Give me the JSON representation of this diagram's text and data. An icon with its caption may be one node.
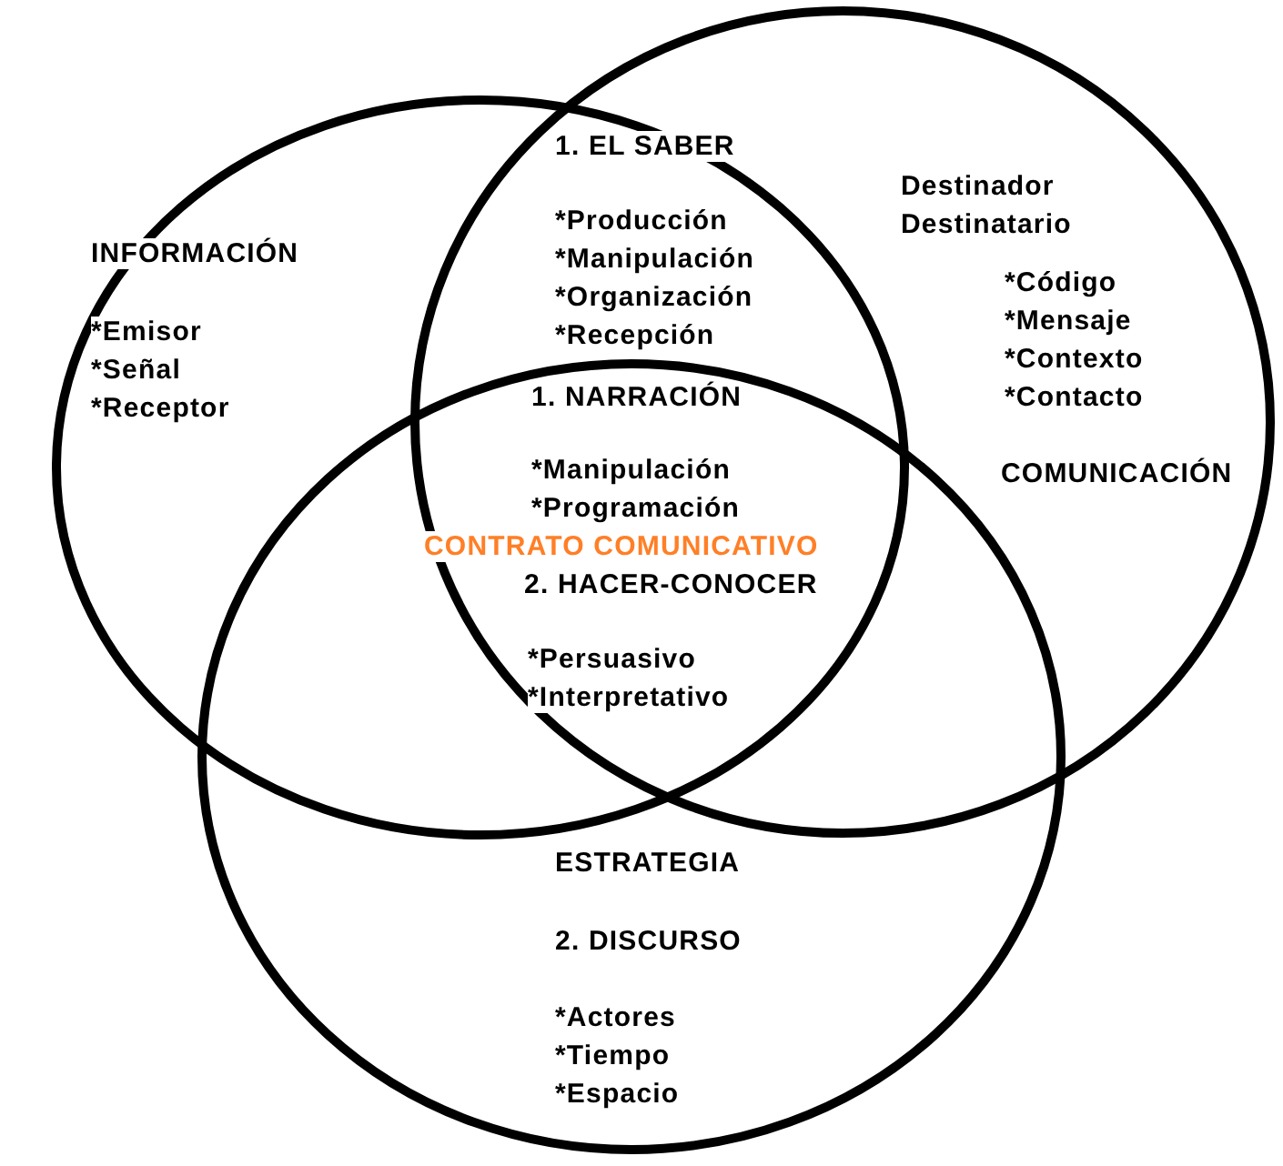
{
  "diagram": {
    "nodes": [
      {
        "text": [
          "INFORMACIÓN",
          "*Emisor",
          "*Señal",
          "*Receptor"
        ]
      },
      {
        "text": [
          "Destinador",
          "Destinatario",
          "*Código",
          "*Mensaje",
          "*Contexto",
          "*Contacto",
          "COMUNICACIÓN"
        ]
      },
      {
        "text": [
          "ESTRATEGIA",
          "2. DISCURSO",
          "*Actores",
          "*Tiempo",
          "*Espacio"
        ]
      }
    ],
    "edges": [],
    "labels": [
      "1. EL SABER",
      "*Producción",
      "*Manipulación",
      "*Organización",
      "*Recepción",
      "1. NARRACIÓN",
      "*Manipulación",
      "*Programación",
      "CONTRATO COMUNICATIVO",
      "2. HACER-CONOCER",
      "*Persuasivo",
      "*Interpretativo"
    ]
  }
}
